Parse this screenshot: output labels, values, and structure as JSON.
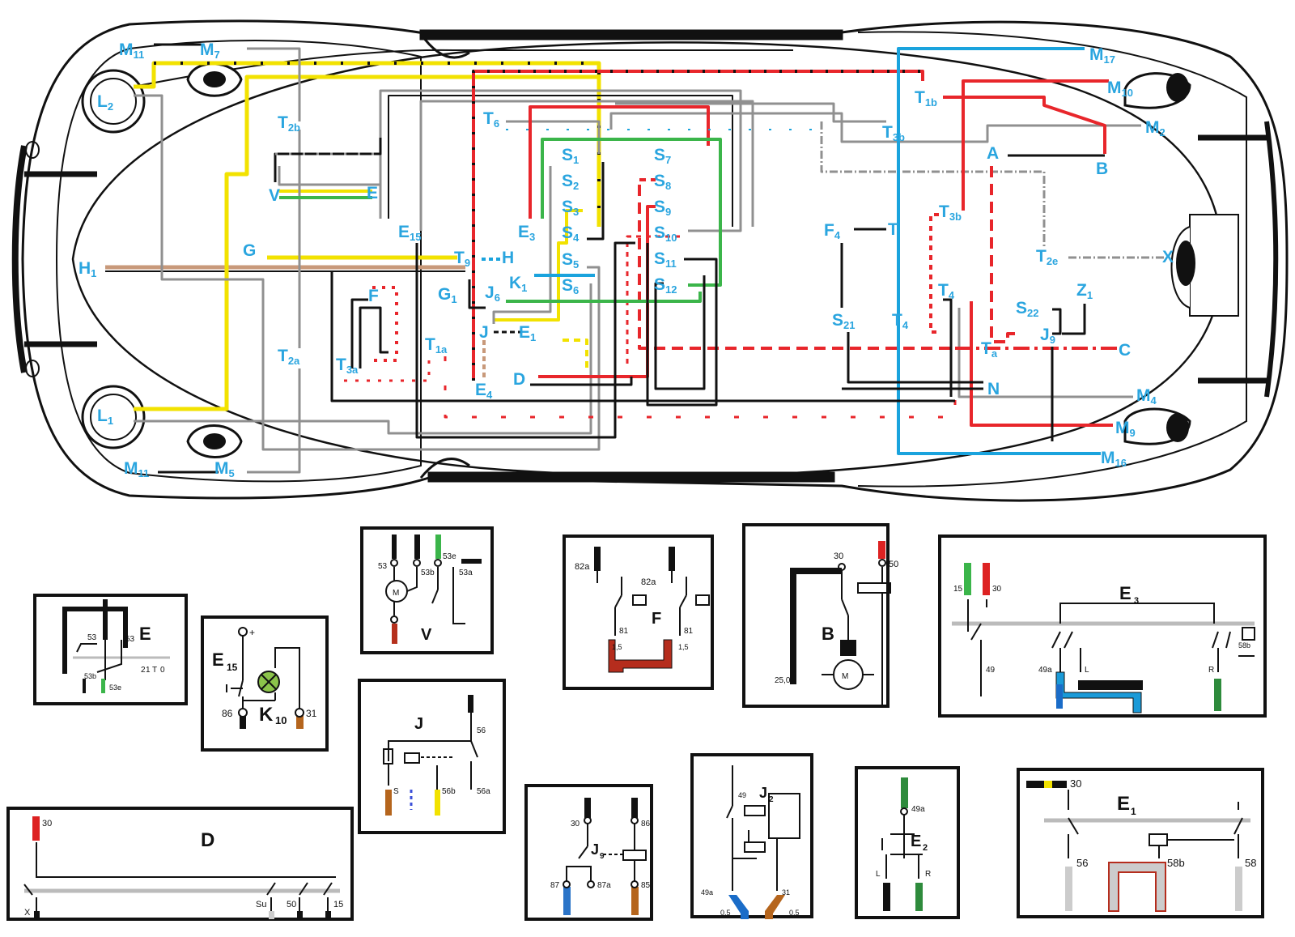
{
  "car_labels": {
    "M11_top": {
      "b": "M",
      "s": "11"
    },
    "M7": {
      "b": "M",
      "s": "7"
    },
    "L2": {
      "b": "L",
      "s": "2"
    },
    "T2b": {
      "b": "T",
      "s": "2b"
    },
    "V": {
      "b": "V",
      "s": ""
    },
    "E": {
      "b": "E",
      "s": ""
    },
    "E15": {
      "b": "E",
      "s": "15"
    },
    "G": {
      "b": "G",
      "s": ""
    },
    "H1": {
      "b": "H",
      "s": "1"
    },
    "T6": {
      "b": "T",
      "s": "6"
    },
    "S1": {
      "b": "S",
      "s": "1"
    },
    "S2": {
      "b": "S",
      "s": "2"
    },
    "S3": {
      "b": "S",
      "s": "3"
    },
    "S4": {
      "b": "S",
      "s": "4"
    },
    "S5": {
      "b": "S",
      "s": "5"
    },
    "S6": {
      "b": "S",
      "s": "6"
    },
    "S7": {
      "b": "S",
      "s": "7"
    },
    "S8": {
      "b": "S",
      "s": "8"
    },
    "S9": {
      "b": "S",
      "s": "9"
    },
    "S10": {
      "b": "S",
      "s": "10"
    },
    "S11": {
      "b": "S",
      "s": "11"
    },
    "S12": {
      "b": "S",
      "s": "12"
    },
    "E3": {
      "b": "E",
      "s": "3"
    },
    "T9": {
      "b": "T",
      "s": "9"
    },
    "H": {
      "b": "H",
      "s": ""
    },
    "K1": {
      "b": "K",
      "s": "1"
    },
    "G1": {
      "b": "G",
      "s": "1"
    },
    "J6": {
      "b": "J",
      "s": "6"
    },
    "J": {
      "b": "J",
      "s": ""
    },
    "E1": {
      "b": "E",
      "s": "1"
    },
    "F": {
      "b": "F",
      "s": ""
    },
    "T2a": {
      "b": "T",
      "s": "2a"
    },
    "T3a": {
      "b": "T",
      "s": "3a"
    },
    "T1a": {
      "b": "T",
      "s": "1a"
    },
    "E4": {
      "b": "E",
      "s": "4"
    },
    "D": {
      "b": "D",
      "s": ""
    },
    "L1": {
      "b": "L",
      "s": "1"
    },
    "M11_bot": {
      "b": "M",
      "s": "11"
    },
    "M5": {
      "b": "M",
      "s": "5"
    },
    "M17": {
      "b": "M",
      "s": "17"
    },
    "M10": {
      "b": "M",
      "s": "10"
    },
    "T1b": {
      "b": "T",
      "s": "1b"
    },
    "T3b_top": {
      "b": "T",
      "s": "3b"
    },
    "M2": {
      "b": "M",
      "s": "2"
    },
    "A": {
      "b": "A",
      "s": ""
    },
    "B": {
      "b": "B",
      "s": ""
    },
    "T3b_mid": {
      "b": "T",
      "s": "3b"
    },
    "F4": {
      "b": "F",
      "s": "4"
    },
    "T": {
      "b": "T",
      "s": ""
    },
    "T2e": {
      "b": "T",
      "s": "2e"
    },
    "X": {
      "b": "X",
      "s": ""
    },
    "T4_right": {
      "b": "T",
      "s": "4"
    },
    "S21": {
      "b": "S",
      "s": "21"
    },
    "T4_mid": {
      "b": "T",
      "s": "4"
    },
    "S22": {
      "b": "S",
      "s": "22"
    },
    "Z1": {
      "b": "Z",
      "s": "1"
    },
    "J9": {
      "b": "J",
      "s": "9"
    },
    "Ta": {
      "b": "T",
      "s": "a"
    },
    "C": {
      "b": "C",
      "s": ""
    },
    "N": {
      "b": "N",
      "s": ""
    },
    "M4": {
      "b": "M",
      "s": "4"
    },
    "M9": {
      "b": "M",
      "s": "9"
    },
    "M16": {
      "b": "M",
      "s": "16"
    }
  },
  "schematics": {
    "E": {
      "title": "E",
      "pins": [
        "53",
        "53",
        "53b",
        "53e",
        "2",
        "1",
        "T",
        "0"
      ]
    },
    "K10": {
      "title": "E",
      "title_sub": "15",
      "label": "K",
      "label_sub": "10",
      "pins": [
        "86",
        "31",
        "+"
      ]
    },
    "V": {
      "title": "V",
      "pins": [
        "53",
        "53b",
        "53e",
        "53a",
        "M"
      ]
    },
    "J": {
      "title": "J",
      "pins": [
        "56",
        "S",
        "56b",
        "56a"
      ]
    },
    "F": {
      "title": "F",
      "pins": [
        "82a",
        "82a",
        "81",
        "81",
        "1,5",
        "1,5"
      ]
    },
    "J9": {
      "title": "J",
      "title_sub": "9",
      "pins": [
        "30",
        "86",
        "87",
        "87a",
        "85"
      ]
    },
    "J2": {
      "title": "J",
      "title_sub": "2",
      "pins": [
        "49",
        "49a",
        "31",
        "0,5",
        "0,5"
      ]
    },
    "B": {
      "title": "B",
      "pins": [
        "30",
        "50",
        "25,0",
        "M"
      ]
    },
    "E2": {
      "title": "E",
      "title_sub": "2",
      "pins": [
        "49a",
        "L",
        "R"
      ]
    },
    "E3": {
      "title": "E",
      "title_sub": "3",
      "pins": [
        "15",
        "30",
        "49",
        "49a",
        "L",
        "R",
        "58b"
      ]
    },
    "E1": {
      "title": "E",
      "title_sub": "1",
      "pins": [
        "30",
        "56",
        "58b",
        "58"
      ]
    },
    "D": {
      "title": "D",
      "pins": [
        "30",
        "X",
        "Su",
        "50",
        "15"
      ]
    }
  },
  "colors": {
    "label": "#2aa5df",
    "wire_black": "#111111",
    "wire_red": "#e8262b",
    "wire_yellow": "#f2e200",
    "wire_green": "#3bb54a",
    "wire_gray": "#909090",
    "wire_blue": "#1aa3dd",
    "wire_brown": "#c8997a"
  }
}
